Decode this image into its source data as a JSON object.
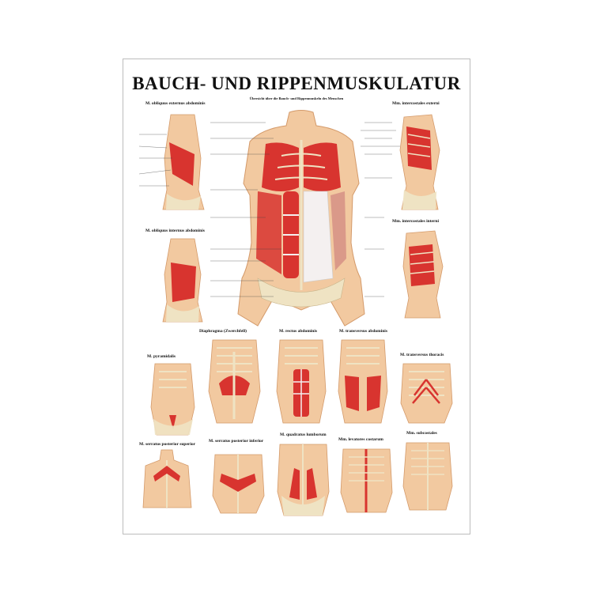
{
  "poster": {
    "title": "BAUCH- UND RIPPENMUSKULATUR",
    "subtitle": "Übersicht über die Bauch- und Rippenmuskeln des Menschen"
  },
  "panels": {
    "obliquus_externus": "M. obliquus externus abdominis",
    "intercostales_externi": "Mm. intercostales externi",
    "obliquus_internus": "M. obliquus internus abdominis",
    "intercostales_interni": "Mm. intercostales interni",
    "diaphragma": "Diaphragma (Zwerchfell)",
    "rectus_abdominis": "M. rectus abdominis",
    "transversus_abdominis": "M. transversus abdominis",
    "pyramidalis": "M. pyramidalis",
    "transversus_thoracis": "M. transversus thoracis",
    "serratus_posterior_superior": "M. serratus posterior superior",
    "serratus_posterior_inferior": "M. serratus posterior inferior",
    "quadratus_lumborum": "M. quadratus lumborum",
    "levatores_costarum": "Mm. levatores costarum",
    "subcostales": "Mm. subcostales"
  },
  "colors": {
    "skin": "#f2c9a0",
    "muscle": "#d8342f",
    "bone": "#efe3c3",
    "fascia": "#f4f0f0"
  }
}
